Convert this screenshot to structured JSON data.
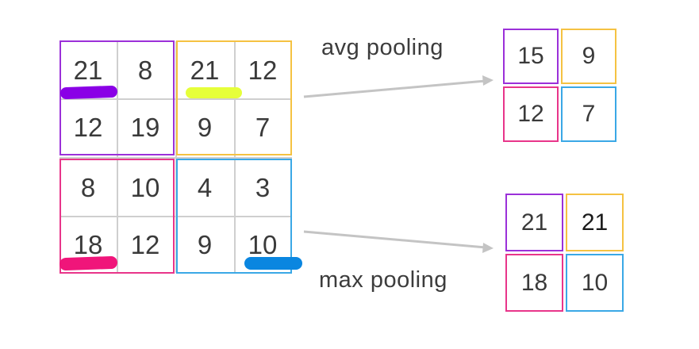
{
  "input_grid": {
    "rows": [
      [
        "21",
        "8",
        "21",
        "12"
      ],
      [
        "12",
        "19",
        "9",
        "7"
      ],
      [
        "8",
        "10",
        "4",
        "3"
      ],
      [
        "18",
        "12",
        "9",
        "10"
      ]
    ]
  },
  "avg_pooling": {
    "label": "avg pooling",
    "output": [
      [
        "15",
        "9"
      ],
      [
        "12",
        "7"
      ]
    ]
  },
  "max_pooling": {
    "label": "max pooling",
    "output": [
      [
        "21",
        "21"
      ],
      [
        "18",
        "10"
      ]
    ]
  },
  "colors": {
    "top_left": "#9b30d9",
    "top_right": "#f5c242",
    "bottom_left": "#e8358a",
    "bottom_right": "#3aa8e6",
    "marker_purple": "#8a00e6",
    "marker_yellow": "#e6ff3a",
    "marker_pink": "#f0157a",
    "marker_blue": "#0a86e0",
    "arrow": "#c4c4c4",
    "grid_line": "#cfcfcf"
  }
}
